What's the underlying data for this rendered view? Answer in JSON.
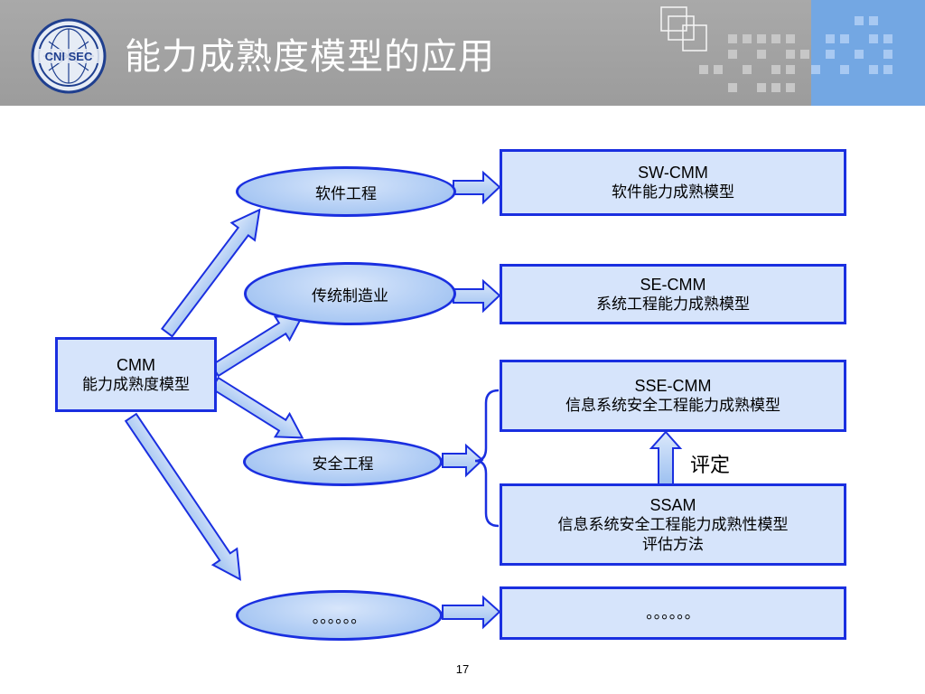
{
  "header": {
    "title": "能力成熟度模型的应用",
    "logo_text": "CNI SEC",
    "accent_color": "#73a7e3",
    "bar_color": "#a0a0a0"
  },
  "diagram": {
    "root": {
      "line1": "CMM",
      "line2": "能力成熟度模型"
    },
    "domains": [
      {
        "label": "软件工程"
      },
      {
        "label": "传统制造业"
      },
      {
        "label": "安全工程"
      },
      {
        "label": "。。。。。。"
      }
    ],
    "models": [
      {
        "line1": "SW-CMM",
        "line2": "软件能力成熟模型"
      },
      {
        "line1": "SE-CMM",
        "line2": "系统工程能力成熟模型"
      },
      {
        "line1": "SSE-CMM",
        "line2": "信息系统安全工程能力成熟模型"
      },
      {
        "line1": "SSAM",
        "line2": "信息系统安全工程能力成熟性模型",
        "line3": "评估方法"
      },
      {
        "line1": "。。。。。。"
      }
    ],
    "assess_label": "评定",
    "border_color": "#1a2fe0",
    "fill_color": "#d6e4fb"
  },
  "footer": {
    "page_number": "17"
  }
}
